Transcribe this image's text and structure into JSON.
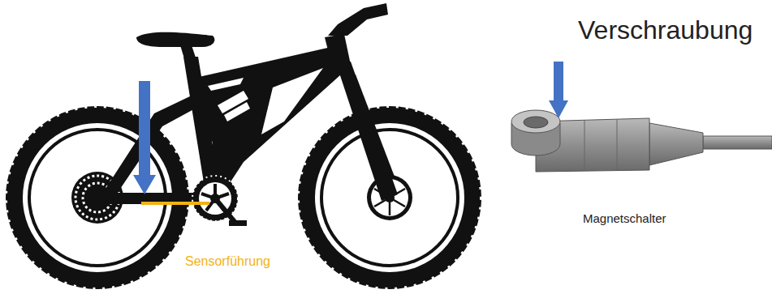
{
  "diagram": {
    "labels": [
      "Verschraubung",
      "Magnetschalter",
      "Sensorführung"
    ]
  }
}
